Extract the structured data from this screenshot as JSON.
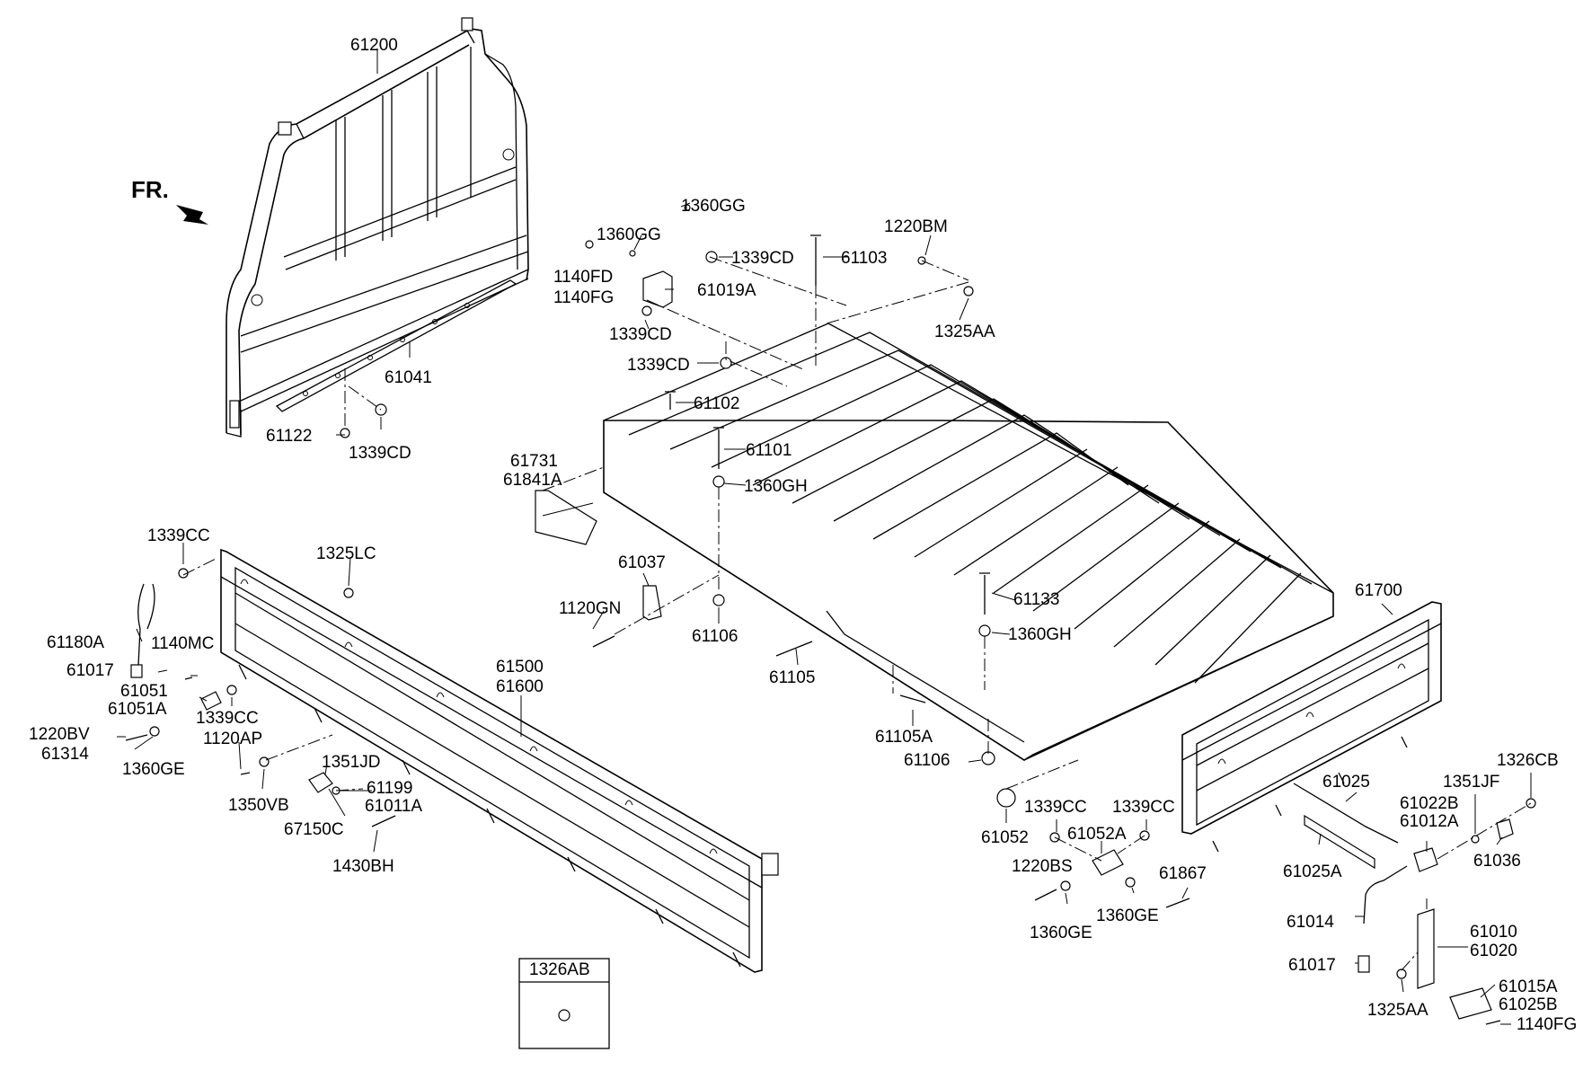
{
  "direction_label": "FR.",
  "boxed_part": "1326AB",
  "labels": [
    {
      "id": "61200",
      "text": "61200"
    },
    {
      "id": "61041",
      "text": "61041"
    },
    {
      "id": "61122",
      "text": "61122"
    },
    {
      "id": "1339CD_a",
      "text": "1339CD"
    },
    {
      "id": "1360GG_a",
      "text": "1360GG"
    },
    {
      "id": "1360GG_b",
      "text": "1360GG"
    },
    {
      "id": "1339CD_b",
      "text": "1339CD"
    },
    {
      "id": "1140FD",
      "text": "1140FD"
    },
    {
      "id": "1140FG_a",
      "text": "1140FG"
    },
    {
      "id": "61019A",
      "text": "61019A"
    },
    {
      "id": "1339CD_c",
      "text": "1339CD"
    },
    {
      "id": "1339CD_d",
      "text": "1339CD"
    },
    {
      "id": "61103",
      "text": "61103"
    },
    {
      "id": "1220BM",
      "text": "1220BM"
    },
    {
      "id": "1325AA_a",
      "text": "1325AA"
    },
    {
      "id": "61102",
      "text": "61102"
    },
    {
      "id": "61101",
      "text": "61101"
    },
    {
      "id": "1360GH_a",
      "text": "1360GH"
    },
    {
      "id": "61731",
      "text": "61731"
    },
    {
      "id": "61841A",
      "text": "61841A"
    },
    {
      "id": "61037",
      "text": "61037"
    },
    {
      "id": "1120GN",
      "text": "1120GN"
    },
    {
      "id": "61106_a",
      "text": "61106"
    },
    {
      "id": "61105",
      "text": "61105"
    },
    {
      "id": "61133",
      "text": "61133"
    },
    {
      "id": "1360GH_b",
      "text": "1360GH"
    },
    {
      "id": "61105A",
      "text": "61105A"
    },
    {
      "id": "61106_b",
      "text": "61106"
    },
    {
      "id": "61700",
      "text": "61700"
    },
    {
      "id": "1339CC_a",
      "text": "1339CC"
    },
    {
      "id": "1325LC",
      "text": "1325LC"
    },
    {
      "id": "61180A",
      "text": "61180A"
    },
    {
      "id": "61017_a",
      "text": "61017"
    },
    {
      "id": "1140MC",
      "text": "1140MC"
    },
    {
      "id": "61051",
      "text": "61051"
    },
    {
      "id": "61051A",
      "text": "61051A"
    },
    {
      "id": "1339CC_b",
      "text": "1339CC"
    },
    {
      "id": "1220BV",
      "text": "1220BV"
    },
    {
      "id": "61314",
      "text": "61314"
    },
    {
      "id": "1120AP",
      "text": "1120AP"
    },
    {
      "id": "1360GE_a",
      "text": "1360GE"
    },
    {
      "id": "1350VB",
      "text": "1350VB"
    },
    {
      "id": "1351JD",
      "text": "1351JD"
    },
    {
      "id": "61199",
      "text": "61199"
    },
    {
      "id": "61011A",
      "text": "61011A"
    },
    {
      "id": "67150C",
      "text": "67150C"
    },
    {
      "id": "1430BH",
      "text": "1430BH"
    },
    {
      "id": "61500",
      "text": "61500"
    },
    {
      "id": "61600",
      "text": "61600"
    },
    {
      "id": "61052",
      "text": "61052"
    },
    {
      "id": "1339CC_c",
      "text": "1339CC"
    },
    {
      "id": "1339CC_d",
      "text": "1339CC"
    },
    {
      "id": "61052A",
      "text": "61052A"
    },
    {
      "id": "1220BS",
      "text": "1220BS"
    },
    {
      "id": "61867",
      "text": "61867"
    },
    {
      "id": "1360GE_b",
      "text": "1360GE"
    },
    {
      "id": "1360GE_c",
      "text": "1360GE"
    },
    {
      "id": "61025",
      "text": "61025"
    },
    {
      "id": "61025A",
      "text": "61025A"
    },
    {
      "id": "61022B",
      "text": "61022B"
    },
    {
      "id": "61012A",
      "text": "61012A"
    },
    {
      "id": "1351JF",
      "text": "1351JF"
    },
    {
      "id": "1326CB",
      "text": "1326CB"
    },
    {
      "id": "61036",
      "text": "61036"
    },
    {
      "id": "61014",
      "text": "61014"
    },
    {
      "id": "61010",
      "text": "61010"
    },
    {
      "id": "61020",
      "text": "61020"
    },
    {
      "id": "61017_b",
      "text": "61017"
    },
    {
      "id": "61015A",
      "text": "61015A"
    },
    {
      "id": "61025B",
      "text": "61025B"
    },
    {
      "id": "1325AA_b",
      "text": "1325AA"
    },
    {
      "id": "1140FG_b",
      "text": "1140FG"
    }
  ]
}
